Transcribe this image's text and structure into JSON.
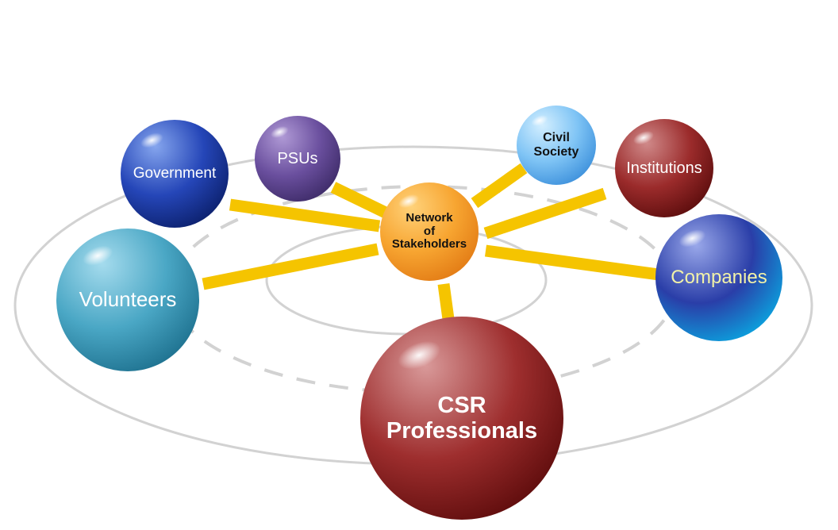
{
  "diagram": {
    "center": {
      "lines": [
        "Network",
        "of",
        "Stakeholders"
      ],
      "text_color": "#111111",
      "gradient": [
        "#ffd27a",
        "#f7a531",
        "#e27a14"
      ]
    },
    "nodes": [
      {
        "key": "government",
        "lines": [
          "Government"
        ],
        "text_color": "#ffffff",
        "gradient": [
          "#86a6ee",
          "#2546b8",
          "#0b1f6a"
        ]
      },
      {
        "key": "psus",
        "lines": [
          "PSUs"
        ],
        "text_color": "#ffffff",
        "gradient": [
          "#b09ad6",
          "#6a4f9e",
          "#3c2a66"
        ]
      },
      {
        "key": "civil-society",
        "lines": [
          "Civil",
          "Society"
        ],
        "text_color": "#111111",
        "gradient": [
          "#d4efff",
          "#7fc4f5",
          "#3b8fdb"
        ]
      },
      {
        "key": "institutions",
        "lines": [
          "Institutions"
        ],
        "text_color": "#ffffff",
        "gradient": [
          "#d08a8a",
          "#9b2b2b",
          "#5a0c0c"
        ]
      },
      {
        "key": "companies",
        "lines": [
          "Companies"
        ],
        "text_color": "#f2f2a8",
        "gradient": [
          "#9aa8ea",
          "#2a3ea8",
          "#0aa6e0"
        ]
      },
      {
        "key": "csr-professionals",
        "lines": [
          "CSR",
          "Professionals"
        ],
        "text_color": "#ffffff",
        "gradient": [
          "#d99a9a",
          "#9e2e2e",
          "#5c0b0b"
        ]
      },
      {
        "key": "volunteers",
        "lines": [
          "Volunteers"
        ],
        "text_color": "#ffffff",
        "gradient": [
          "#a6dcee",
          "#4aa7c5",
          "#1c6f8d"
        ]
      }
    ],
    "connector_color": "#f5c400",
    "ring_color": "#d2d2d2"
  }
}
